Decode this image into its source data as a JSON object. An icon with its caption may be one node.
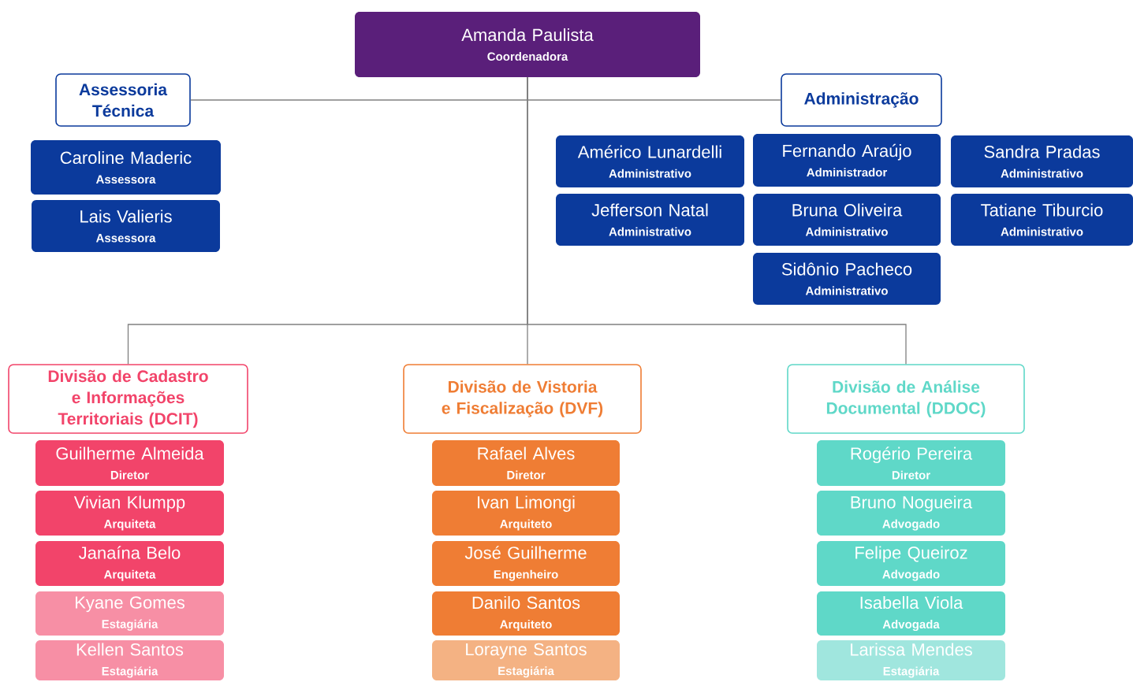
{
  "diagram": {
    "nodes": [
      {
        "text": [
          "Amanda Paulista",
          "Coordenadora"
        ]
      },
      {
        "text": [
          "Assessoria Técnica"
        ]
      },
      {
        "text": [
          "Administração"
        ]
      },
      {
        "text": [
          "Caroline Maderic",
          "Assessora"
        ]
      },
      {
        "text": [
          "Lais Valieris",
          "Assessora"
        ]
      },
      {
        "text": [
          "Américo Lunardelli",
          "Administrativo"
        ]
      },
      {
        "text": [
          "Fernando Araújo",
          "Administrador"
        ]
      },
      {
        "text": [
          "Sandra Pradas",
          "Administrativo"
        ]
      },
      {
        "text": [
          "Jefferson Natal",
          "Administrativo"
        ]
      },
      {
        "text": [
          "Bruna Oliveira",
          "Administrativo"
        ]
      },
      {
        "text": [
          "Tatiane Tiburcio",
          "Administrativo"
        ]
      },
      {
        "text": [
          "Sidônio Pacheco",
          "Administrativo"
        ]
      },
      {
        "text": [
          "Divisão de Cadastro e Informações Territoriais (DCIT)"
        ]
      },
      {
        "text": [
          "Divisão de Vistoria e Fiscalização (DVF)"
        ]
      },
      {
        "text": [
          "Divisão de Análise Documental (DDOC)"
        ]
      },
      {
        "text": [
          "Guilherme Almeida",
          "Diretor"
        ]
      },
      {
        "text": [
          "Vivian Klumpp",
          "Arquiteta"
        ]
      },
      {
        "text": [
          "Janaína Belo",
          "Arquiteta"
        ]
      },
      {
        "text": [
          "Kyane Gomes",
          "Estagiária"
        ]
      },
      {
        "text": [
          "Kellen Santos",
          "Estagiária"
        ]
      },
      {
        "text": [
          "Rafael Alves",
          "Diretor"
        ]
      },
      {
        "text": [
          "Ivan Limongi",
          "Arquiteto"
        ]
      },
      {
        "text": [
          "José Guilherme",
          "Engenheiro"
        ]
      },
      {
        "text": [
          "Danilo Santos",
          "Arquiteto"
        ]
      },
      {
        "text": [
          "Lorayne Santos",
          "Estagiária"
        ]
      },
      {
        "text": [
          "Rogério Pereira",
          "Diretor"
        ]
      },
      {
        "text": [
          "Bruno Nogueira",
          "Advogado"
        ]
      },
      {
        "text": [
          "Felipe Queiroz",
          "Advogado"
        ]
      },
      {
        "text": [
          "Isabella Viola",
          "Advogada"
        ]
      },
      {
        "text": [
          "Larissa Mendes",
          "Estagiária"
        ]
      }
    ],
    "edges": [
      {
        "from": 0,
        "to": 1,
        "arrow": "none"
      },
      {
        "from": 0,
        "to": 2,
        "arrow": "none"
      },
      {
        "from": 0,
        "to": 12,
        "arrow": "none"
      },
      {
        "from": 0,
        "to": 13,
        "arrow": "none"
      },
      {
        "from": 0,
        "to": 14,
        "arrow": "none"
      }
    ]
  }
}
